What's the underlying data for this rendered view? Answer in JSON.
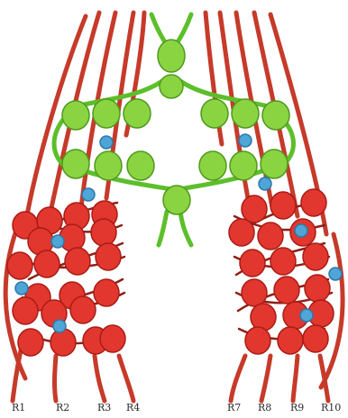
{
  "colors": {
    "red_cord": "#c63a2a",
    "red_cord_shade": "#8f2017",
    "red_bead": "#e2372e",
    "red_bead_shade": "#a91c16",
    "green_cord": "#5cbf2a",
    "green_bead": "#8ad442",
    "green_bead_shade": "#4f9a1d",
    "blue_bead": "#4fa5d6",
    "blue_bead_shade": "#2c78ad",
    "label_text": "#2a2a2a"
  },
  "cord_labels": {
    "left": [
      "R1",
      "R2",
      "R3",
      "R4"
    ],
    "right": [
      "R7",
      "R8",
      "R9",
      "R10"
    ]
  },
  "icons": {
    "red_bead": "red-bead-icon",
    "green_bead": "green-bead-icon",
    "blue_bead": "blue-bead-icon"
  }
}
